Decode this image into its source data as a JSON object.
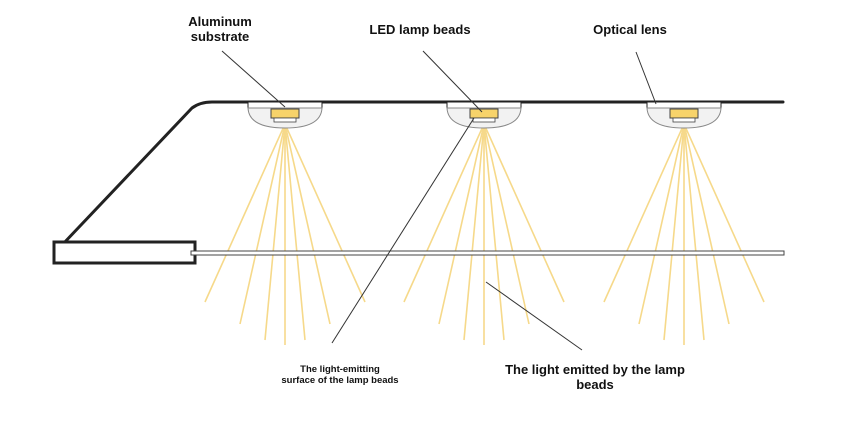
{
  "labels": {
    "aluminum_substrate": [
      "Aluminum",
      "substrate"
    ],
    "led_lamp_beads": "LED lamp beads",
    "optical_lens": "Optical lens",
    "light_emitting_surface": [
      "The light-emitting",
      "surface of the lamp beads"
    ],
    "light_emitted": [
      "The light emitted by the lamp",
      "beads"
    ]
  },
  "colors": {
    "outline": "#222222",
    "light_ray": "#f6d98a",
    "led_chip": "#f7d36a",
    "lens_fill": "#f2f2f2",
    "leader_line": "#333333"
  }
}
